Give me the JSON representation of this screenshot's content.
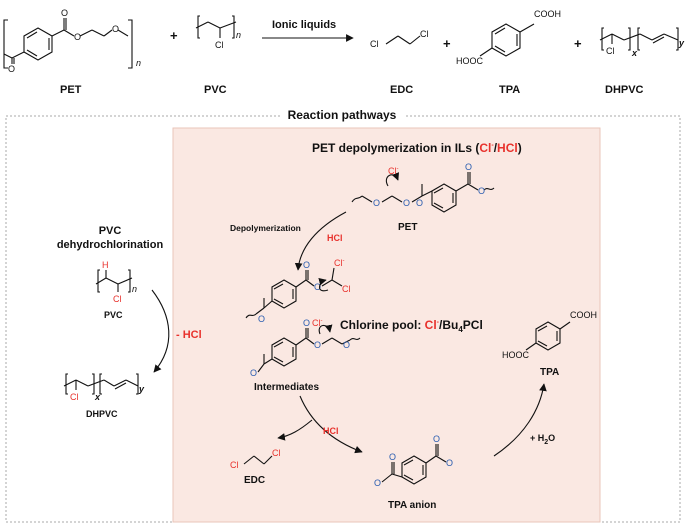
{
  "top_equation": {
    "reactant_pet_label": "PET",
    "reactant_pvc_label": "PVC",
    "plus": "+",
    "pet_subscript": "n",
    "pvc_subscript": "n",
    "pvc_atom": "Cl",
    "arrow_label": "Ionic liquids",
    "edc_label": "EDC",
    "edc_atom_left": "Cl",
    "edc_atom_right": "Cl",
    "tpa_label": "TPA",
    "tpa_cooh_top": "COOH",
    "tpa_cooh_left": "HOOC",
    "dhpvc_label": "DHPVC",
    "dhpvc_atom": "Cl",
    "dhpvc_x": "x",
    "dhpvc_y": "y"
  },
  "pathways": {
    "title": "Reaction pathways",
    "pvc_panel": {
      "title_line1": "PVC",
      "title_line2": "dehydrochlorination",
      "pvc_label": "PVC",
      "h_atom": "H",
      "cl_atom": "Cl",
      "subscript": "n",
      "step_label": "- HCl",
      "dhpvc_label": "DHPVC",
      "dhpvc_atom": "Cl",
      "dhpvc_x": "x",
      "dhpvc_y": "y"
    },
    "pet_panel": {
      "title_prefix": "PET depolymerization in ILs (",
      "title_cl": "Cl",
      "title_minus": "-",
      "title_slash": "/",
      "title_hcl": "HCl",
      "title_suffix": ")",
      "chloride_top": "Cl",
      "chloride_top_sup": "-",
      "pet_label": "PET",
      "depolymerization_label": "Depolymerization",
      "hcl_1": "HCl",
      "chloride_mid": "Cl",
      "chloride_mid_sup": "-",
      "cl_atom": "Cl",
      "chlorine_pool_prefix": "Chlorine pool: ",
      "chlorine_pool_cl": "Cl",
      "chlorine_pool_minus": "-",
      "chlorine_pool_suffix": "/Bu",
      "chlorine_pool_sub": "4",
      "chlorine_pool_end": "PCl",
      "chloride_int": "Cl",
      "chloride_int_sup": "-",
      "intermediates_label": "Intermediates",
      "tpa_label": "TPA",
      "tpa_cooh_right": "COOH",
      "tpa_cooh_left": "HOOC",
      "water_label": "+ H",
      "water_sub": "2",
      "water_end": "O",
      "hcl_2": "HCl",
      "edc_label": "EDC",
      "edc_cl_left": "Cl",
      "edc_cl_right": "Cl",
      "tpa_anion_label": "TPA anion",
      "o_atom": "O"
    }
  }
}
